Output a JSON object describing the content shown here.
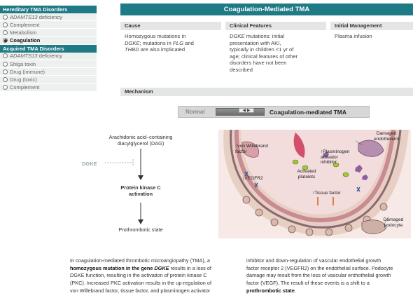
{
  "sidebar": {
    "groups": [
      {
        "header": "Hereditary TMA Disorders",
        "items": [
          {
            "label_italic": "ADAMTS13",
            "label_rest": " deficiency",
            "selected": false
          },
          {
            "label_italic": "",
            "label_rest": "Complement",
            "selected": false
          },
          {
            "label_italic": "",
            "label_rest": "Metabolism",
            "selected": false
          },
          {
            "label_italic": "",
            "label_rest": "Coagulation",
            "selected": true
          }
        ]
      },
      {
        "header": "Acquired TMA Disorders",
        "items": [
          {
            "label_italic": "ADAMTS13",
            "label_rest": " deficiency",
            "selected": false
          },
          {
            "label_italic": "",
            "label_rest": "Shiga toxin",
            "selected": false
          },
          {
            "label_italic": "",
            "label_rest": "Drug (immune)",
            "selected": false
          },
          {
            "label_italic": "",
            "label_rest": "Drug (toxic)",
            "selected": false
          },
          {
            "label_italic": "",
            "label_rest": "Complement",
            "selected": false
          }
        ]
      }
    ]
  },
  "main": {
    "title": "Coagulation-Mediated TMA",
    "columns": {
      "cause_header": "Cause",
      "features_header": "Clinical Features",
      "management_header": "Initial Management"
    },
    "cause": {
      "l1": "Homozygous mutations in",
      "l2_italic": "DGKE",
      "l2_rest": "; mutations in ",
      "l2_italic2": "PLG",
      "l2_rest2": " and",
      "l3_italic": "THBD",
      "l3_rest": " are also implicated"
    },
    "features": {
      "l1_italic": "DGKE",
      "l1_rest": " mutations: initial",
      "l2": "presentation with AKI,",
      "l3": "typically in children <1 yr of",
      "l4": "age; clinical features of other",
      "l5": "disorders have not been",
      "l6": "described"
    },
    "management": "Plasma infusion",
    "mechanism_header": "Mechanism",
    "toggle": {
      "normal_label": "Normal",
      "active_label": "Coagulation-mediated TMA",
      "arrows": "◀ ▶"
    }
  },
  "flow": {
    "step1_l1": "Arachidonic acid–containing",
    "step1_l2": "diacylglycerol (DAG)",
    "inhibitor": "DGKE",
    "step2_l1": "Protein kinase C",
    "step2_l2": "activation",
    "step3": "Prothrombotic state"
  },
  "illustration": {
    "vwf_l1": "↑von Willebrand",
    "vwf_l2": "factor",
    "vegfr2": "↓VEGFR2",
    "plasminogen_l1": "↑Plasminogen",
    "plasminogen_l2": "activator",
    "plasminogen_l3": "inhibitor",
    "endothelium_l1": "Damaged",
    "endothelium_l2": "endothelium",
    "platelets_l1": "Activated",
    "platelets_l2": "platelets",
    "tissue_factor": "↑Tissue factor",
    "podocyte_l1": "Damaged",
    "podocyte_l2": "podocyte"
  },
  "description": {
    "left": {
      "p1": "In coagulation-mediated thrombotic microangiopathy (TMA), a",
      "p2_bold": "homozygous mutation in the gene ",
      "p2_bold_italic": "DGKE",
      "p2_rest": " results in a loss of",
      "p3": "DGKE function, resulting in the activation of protein kinase C",
      "p4": "(PKC). Increased PKC activation results in the up-regulation of",
      "p5": "von Willebrand factor, tissue factor, and plasminogen activator"
    },
    "right": {
      "p1": "inhibitor and down-regulation of vascular endothelial growth",
      "p2": "factor receptor 2 (VEGFR2) on the endothelial surface. Podocyte",
      "p3": "damage may result from the loss of vascular enthothelial growth",
      "p4": "factor (VEGF). The result of these events is a shift to a",
      "p5_bold": "prothrombotic state",
      "p5_rest": "."
    }
  },
  "colors": {
    "accent": "#1e7a84",
    "section_bg": "#e4e6e6",
    "vessel_wall": "#c98a92",
    "lumen": "#f2dcdc"
  }
}
